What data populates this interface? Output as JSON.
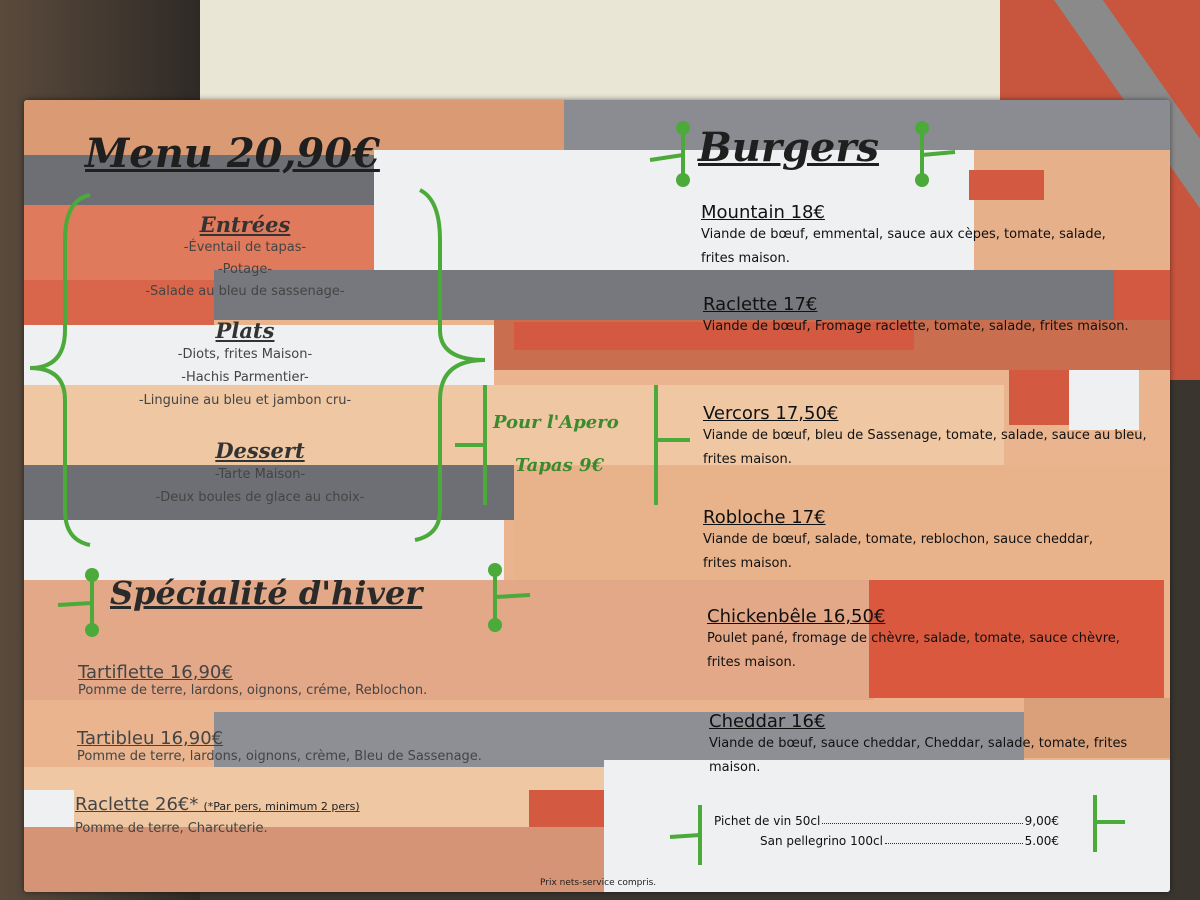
{
  "menu": {
    "title": "Menu 20,90€",
    "entrees": {
      "heading": "Entrées",
      "items": [
        "-Éventail de tapas-",
        "-Potage-",
        "-Salade au bleu de sassenage-"
      ]
    },
    "plats": {
      "heading": "Plats",
      "items": [
        "-Diots, frites Maison-",
        "-Hachis Parmentier-",
        "-Linguine au bleu et jambon cru-"
      ]
    },
    "dessert": {
      "heading": "Dessert",
      "items": [
        "-Tarte Maison-",
        "-Deux boules de glace au choix-"
      ]
    }
  },
  "apero": {
    "line1": "Pour l'Apero",
    "line2": "Tapas 9€"
  },
  "burgers": {
    "heading": "Burgers",
    "items": [
      {
        "name": "Mountain 18€",
        "desc": "Viande de bœuf, emmental, sauce aux cèpes, tomate, salade, frites maison."
      },
      {
        "name": "Raclette 17€",
        "desc": "Viande de bœuf, Fromage raclette, tomate, salade, frites maison."
      },
      {
        "name": "Vercors 17,50€",
        "desc": "Viande de bœuf, bleu de Sassenage, tomate, salade, sauce au bleu, frites maison."
      },
      {
        "name": "Robloche 17€",
        "desc": "Viande de bœuf, salade, tomate, reblochon, sauce cheddar, frites maison."
      },
      {
        "name": "Chickenbêle 16,50€",
        "desc": "Poulet pané, fromage de chèvre, salade, tomate, sauce chèvre, frites maison."
      },
      {
        "name": "Cheddar 16€",
        "desc": "Viande de bœuf, sauce cheddar, Cheddar, salade, tomate, frites maison."
      }
    ]
  },
  "hiver": {
    "heading": "Spécialité d'hiver",
    "items": [
      {
        "name": "Tartiflette 16,90€",
        "desc": "Pomme de terre, lardons, oignons, créme, Reblochon."
      },
      {
        "name": "Tartibleu 16,90€",
        "desc": "Pomme de terre, lardons, oignons, crème, Bleu de Sassenage."
      },
      {
        "name": "Raclette 26€*",
        "note": "(*Par pers, minimum 2 pers)",
        "desc": "Pomme de terre, Charcuterie."
      }
    ]
  },
  "drinks": [
    {
      "name": "Pichet de vin 50cl",
      "price": "9,00€"
    },
    {
      "name": "San pellegrino 100cl",
      "price": "5.00€"
    }
  ],
  "footer": "Prix nets-service compris.",
  "colors": {
    "green": "#3b8a2e",
    "red": "#d35a40",
    "grey": "#6a6b70",
    "white": "#eef0f2"
  }
}
